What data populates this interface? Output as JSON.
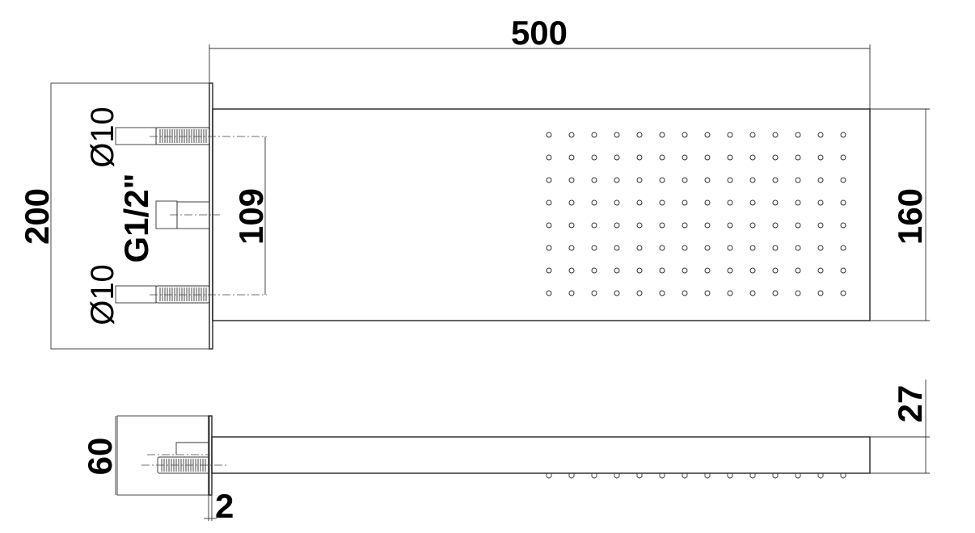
{
  "dimensions": {
    "width": "500",
    "height_total": "200",
    "head_depth": "160",
    "inlet_spacing": "109",
    "side_depth": "60",
    "head_thickness": "27",
    "plate_thickness": "2"
  },
  "labels": {
    "inlet_top": "Ø10",
    "inlet_bottom": "Ø10",
    "thread": "G1/2\""
  },
  "nozzles": {
    "columns": 14,
    "rows": 8
  }
}
